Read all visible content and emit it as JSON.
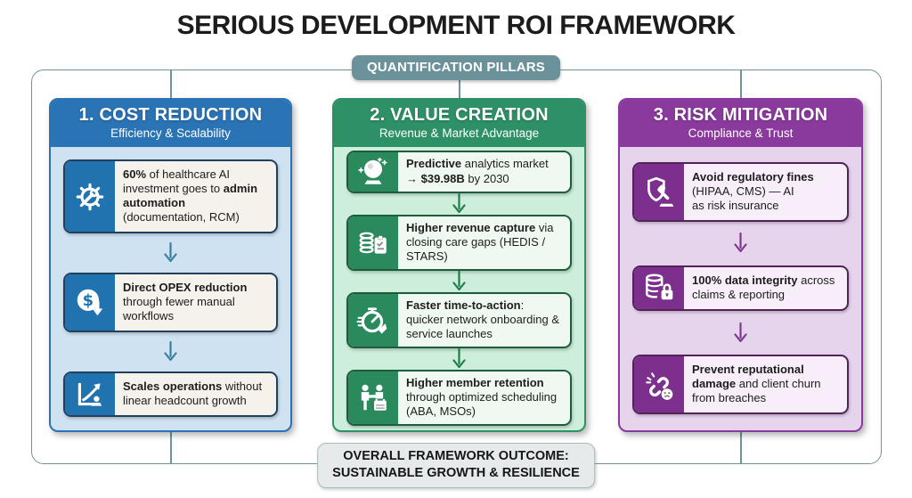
{
  "page": {
    "title": "SERIOUS DEVELOPMENT ROI FRAMEWORK"
  },
  "badge": {
    "label": "QUANTIFICATION PILLARS"
  },
  "outcome": {
    "line1": "OVERALL FRAMEWORK OUTCOME:",
    "line2": "SUSTAINABLE GROWTH & RESILIENCE"
  },
  "colors": {
    "title": "#1c1c1c",
    "frame": "#71949b",
    "badge_bg": "#6b929b",
    "outcome_bg": "#e6eaea",
    "outcome_border": "#a8bcc0"
  },
  "pillars": [
    {
      "id": "cost-reduction",
      "title": "1. COST REDUCTION",
      "subtitle": "Efficiency & Scalability",
      "theme": {
        "header": "#2a73b5",
        "body": "#cfe2f1",
        "border": "#2a73b5",
        "tile": "#2173af",
        "card_bg": "#f5f2ec",
        "card_border": "#233f5e",
        "arrow": "#3b7fa0"
      },
      "cards": [
        {
          "icon": "gear-wrench-icon",
          "segments": [
            {
              "t": "60%",
              "b": true
            },
            {
              "t": " of healthcare AI investment goes to ",
              "b": false
            },
            {
              "t": "admin automation",
              "b": true
            },
            {
              "t": " (documentation, RCM)",
              "b": false
            }
          ]
        },
        {
          "icon": "dollar-decrease-icon",
          "segments": [
            {
              "t": "Direct OPEX reduction",
              "b": true
            },
            {
              "t": " through fewer manual workflows",
              "b": false
            }
          ]
        },
        {
          "icon": "growth-chart-icon",
          "segments": [
            {
              "t": "Scales operations",
              "b": true
            },
            {
              "t": " without linear headcount growth",
              "b": false
            }
          ]
        }
      ]
    },
    {
      "id": "value-creation",
      "title": "2. VALUE CREATION",
      "subtitle": "Revenue & Market Advantage",
      "theme": {
        "header": "#2e9065",
        "body": "#cdeeda",
        "border": "#2e9065",
        "tile": "#2a8a5d",
        "card_bg": "#f0f9f1",
        "card_border": "#1d5c3d",
        "arrow": "#1e7c4d"
      },
      "cards": [
        {
          "icon": "crystal-ball-icon",
          "segments": [
            {
              "t": "Predictive",
              "b": true
            },
            {
              "t": " analytics market → ",
              "b": false
            },
            {
              "t": "$39.98B",
              "b": true
            },
            {
              "t": " by 2030",
              "b": false
            }
          ]
        },
        {
          "icon": "coins-clipboard-icon",
          "segments": [
            {
              "t": "Higher revenue capture",
              "b": true
            },
            {
              "t": " via closing care gaps (HEDIS / STARS)",
              "b": false
            }
          ]
        },
        {
          "icon": "stopwatch-rocket-icon",
          "segments": [
            {
              "t": "Faster time-to-action",
              "b": true
            },
            {
              "t": ": quicker network onboarding & service launches",
              "b": false
            }
          ]
        },
        {
          "icon": "handshake-calendar-icon",
          "segments": [
            {
              "t": "Higher member retention",
              "b": true
            },
            {
              "t": " through optimized scheduling (ABA, MSOs)",
              "b": false
            }
          ]
        }
      ]
    },
    {
      "id": "risk-mitigation",
      "title": "3. RISK MITIGATION",
      "subtitle": "Compliance & Trust",
      "theme": {
        "header": "#8a3a9c",
        "body": "#e6d4ec",
        "border": "#8a3a9c",
        "tile": "#7d2f8e",
        "card_bg": "#f7eef9",
        "card_border": "#542158",
        "arrow": "#7b3a8c"
      },
      "cards": [
        {
          "icon": "shield-gavel-icon",
          "segments": [
            {
              "t": "Avoid regulatory fines",
              "b": true
            },
            {
              "t": " (HIPAA, CMS) — AI\nas risk insurance",
              "b": false
            }
          ]
        },
        {
          "icon": "database-lock-icon",
          "segments": [
            {
              "t": "100% data integrity",
              "b": true
            },
            {
              "t": " across claims & reporting",
              "b": false
            }
          ]
        },
        {
          "icon": "broken-link-icon",
          "segments": [
            {
              "t": "Prevent reputational damage",
              "b": true
            },
            {
              "t": " and client churn from breaches",
              "b": false
            }
          ]
        }
      ]
    }
  ]
}
